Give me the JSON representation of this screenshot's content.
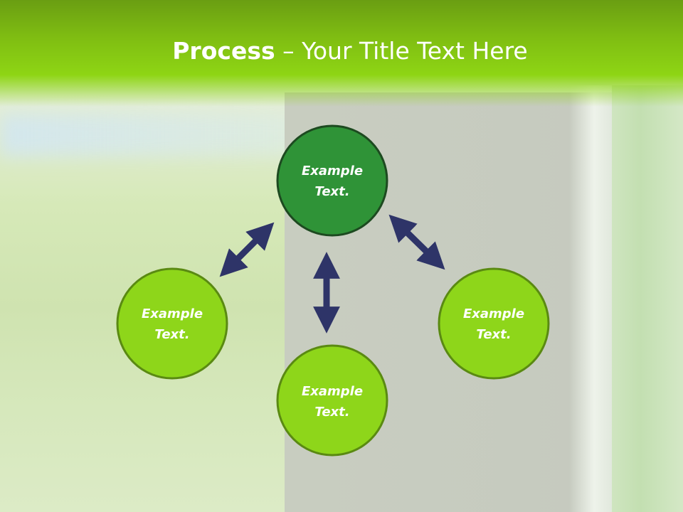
{
  "slide": {
    "title_bold": "Process",
    "title_rest": " – Your Title Text Here"
  },
  "nodes": [
    {
      "id": "top",
      "line1": "Example",
      "line2": "Text."
    },
    {
      "id": "left",
      "line1": "Example",
      "line2": "Text."
    },
    {
      "id": "bottom",
      "line1": "Example",
      "line2": "Text."
    },
    {
      "id": "right",
      "line1": "Example",
      "line2": "Text."
    }
  ],
  "colors": {
    "header": "#7fbd12",
    "node_primary": "#2f9337",
    "node_primary_border": "#1d4a20",
    "node_secondary": "#8ed61a",
    "node_secondary_border": "#5a8a12",
    "arrow": "#2e3468"
  }
}
